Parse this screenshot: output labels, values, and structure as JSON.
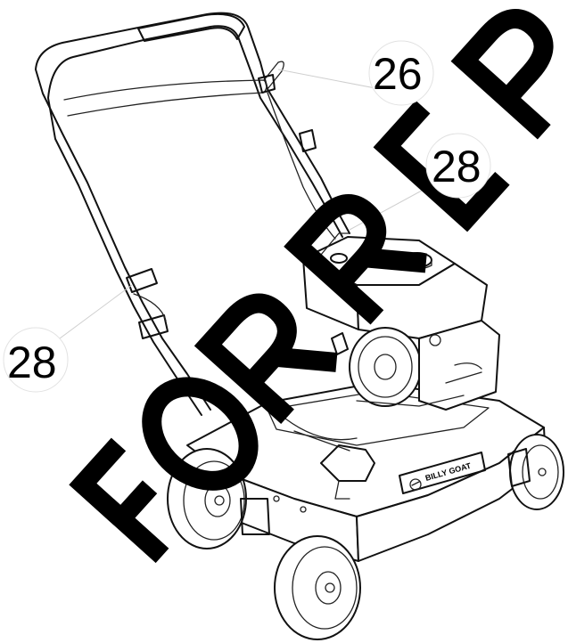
{
  "callouts": [
    {
      "id": "26",
      "label": "26"
    },
    {
      "id": "28-top",
      "label": "28"
    },
    {
      "id": "28-left",
      "label": "28"
    }
  ],
  "logo": {
    "text": "BILLY GOAT"
  },
  "watermark": {
    "text": "FOR REPRO",
    "color": "#000000"
  },
  "colors": {
    "ink": "#111111",
    "background": "#ffffff"
  }
}
